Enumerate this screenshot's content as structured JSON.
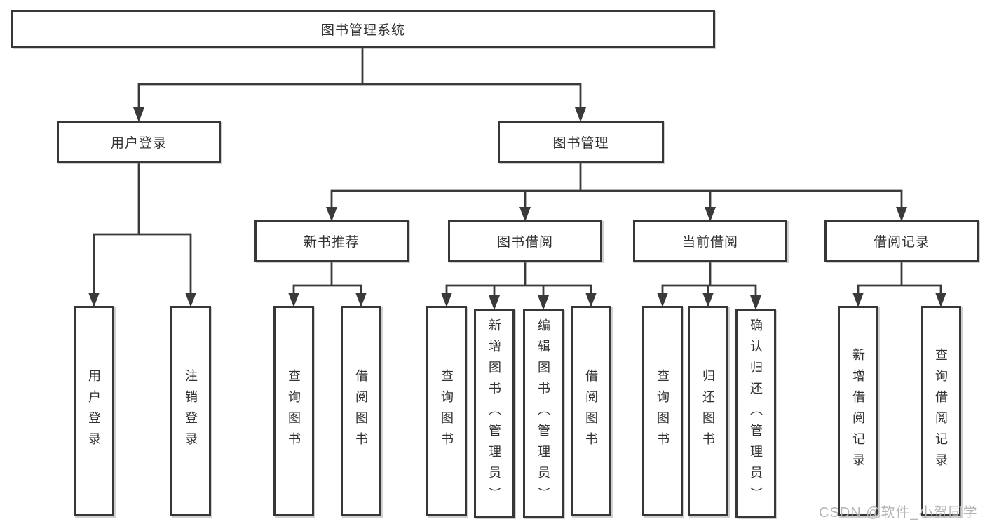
{
  "title": "图书管理系统",
  "level2": {
    "user_login": "用户登录",
    "book_mgmt": "图书管理"
  },
  "user_login_children": [
    "用户登录",
    "注销登录"
  ],
  "modules": {
    "new_book": {
      "label": "新书推荐",
      "children": [
        "查询图书",
        "借阅图书"
      ]
    },
    "borrow": {
      "label": "图书借阅",
      "children": [
        "查询图书",
        "新增图书（管理员）",
        "编辑图书（管理员）",
        "借阅图书"
      ]
    },
    "current": {
      "label": "当前借阅",
      "children": [
        "查询图书",
        "归还图书",
        "确认归还（管理员）"
      ]
    },
    "records": {
      "label": "借阅记录",
      "children": [
        "新增借阅记录",
        "查询借阅记录"
      ]
    }
  },
  "watermark": "CSDN @软件_小贺同学",
  "colors": {
    "line": "#3a3a3a",
    "border": "#373737",
    "text": "#323232",
    "watermark": "#b5b5b5",
    "background": "#ffffff"
  }
}
